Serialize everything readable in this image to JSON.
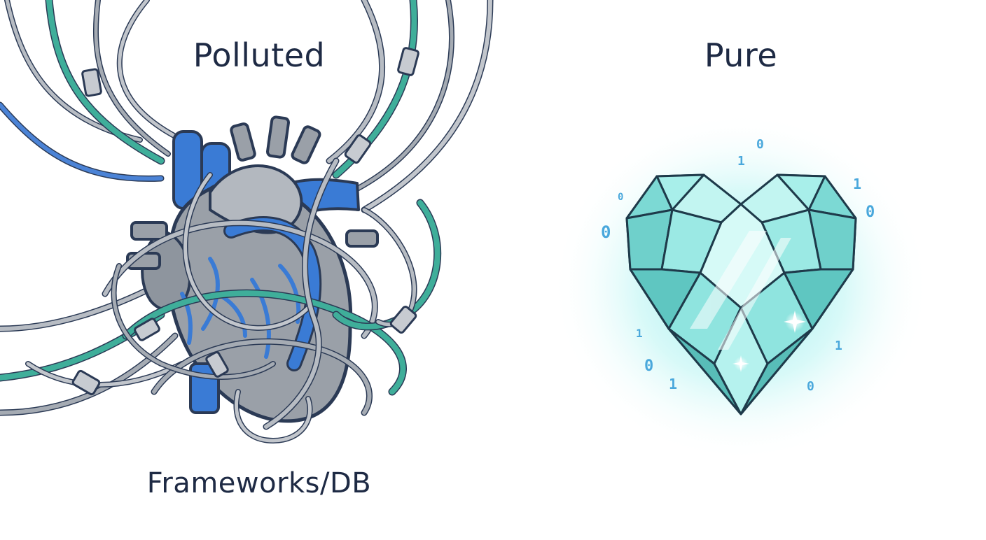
{
  "left_panel": {
    "title": "Polluted",
    "caption": "Frameworks/DB"
  },
  "right_panel": {
    "title": "Pure",
    "binary_digits": [
      "0",
      "1",
      "0",
      "1",
      "0",
      "0",
      "1",
      "1",
      "0",
      "1",
      "0"
    ]
  },
  "colors": {
    "ink": "#1e2a44",
    "heart_gray": "#9aa0a8",
    "vessel_blue": "#3a7bd5",
    "wire_teal": "#3fae9a",
    "crystal_cyan": "#7fe3e0",
    "glow": "#8ff0ee",
    "digit_blue": "#4aa8dc"
  },
  "icons": {
    "left": "tangled-anatomical-heart-icon",
    "right": "crystal-heart-icon"
  }
}
